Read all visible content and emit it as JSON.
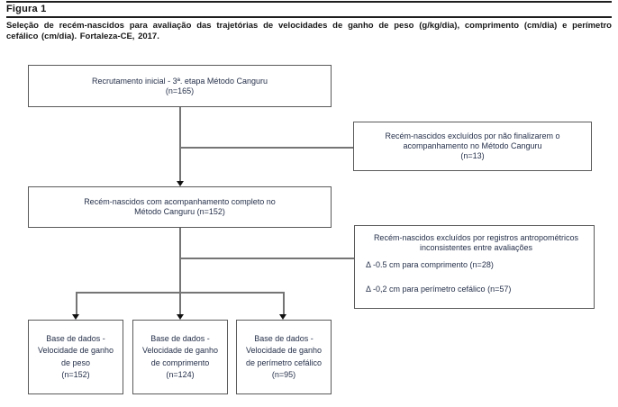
{
  "figure": {
    "label": "Figura 1",
    "caption": "Seleção de recém-nascidos para avaliação das trajetórias de velocidades de ganho de peso (g/kg/dia), comprimento (cm/dia) e perímetro cefálico (cm/dia). Fortaleza-CE, 2017."
  },
  "flowchart": {
    "recruitment": {
      "line1": "Recrutamento inicial - 3ª. etapa Método Canguru",
      "line2": "(n=165)"
    },
    "excluded_kangaroo": {
      "line1": "Recém-nascidos excluídos por não finalizarem o",
      "line2": "acompanhamento no Método Canguru",
      "line3": "(n=13)"
    },
    "complete_followup": {
      "line1": "Recém-nascidos com acompanhamento completo no",
      "line2": "Método Canguru (n=152)"
    },
    "excluded_inconsistent": {
      "heading_line1": "Recém-nascidos excluídos por registros antropométricos",
      "heading_line2": "inconsistentes entre avaliações",
      "item1": "Δ -0.5 cm para comprimento (n=28)",
      "item2": "Δ -0,2 cm para perímetro cefálico (n=57)"
    },
    "database_weight": {
      "line1": "Base de dados -",
      "line2": "Velocidade de ganho",
      "line3": "de peso",
      "line4": "(n=152)"
    },
    "database_length": {
      "line1": "Base de dados -",
      "line2": "Velocidade de ganho",
      "line3": "de comprimento",
      "line4": "(n=124)"
    },
    "database_head": {
      "line1": "Base de dados -",
      "line2": "Velocidade de ganho",
      "line3": "de perímetro cefálico",
      "line4": "(n=95)"
    }
  },
  "colors": {
    "box_text": "#25304a",
    "box_border": "#5a5a5a",
    "connector": "#757575",
    "arrowhead": "#111111",
    "rule": "#1f1f1f"
  }
}
